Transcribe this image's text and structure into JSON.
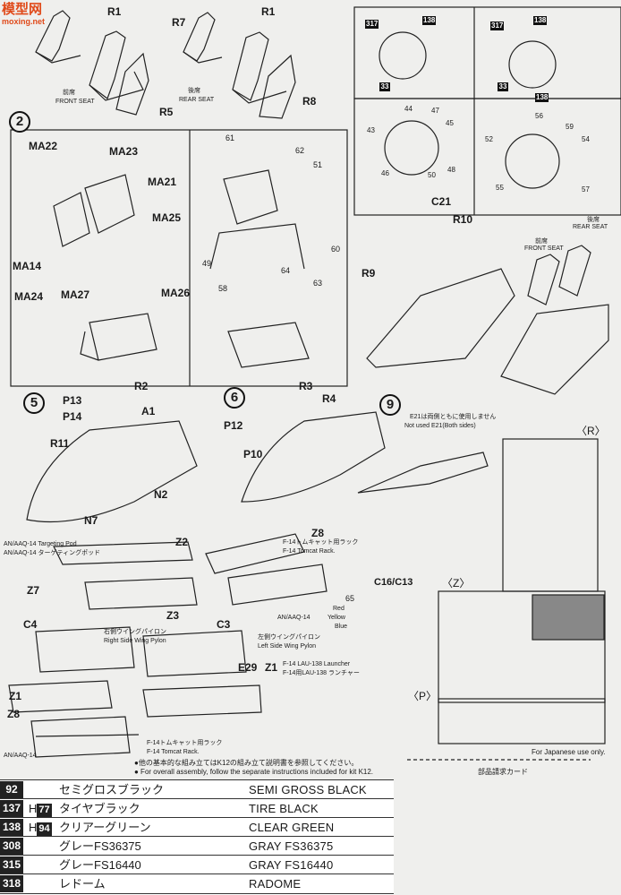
{
  "watermark": {
    "title": "模型网",
    "url": "moxing.net"
  },
  "top": {
    "labels": [
      "R1",
      "R7",
      "R1",
      "R5",
      "R8"
    ],
    "front_jp": "前席",
    "front_en": "FRONT SEAT",
    "rear_jp": "後席",
    "rear_en": "REAR SEAT"
  },
  "step2": {
    "num": "2",
    "parts": [
      "MA22",
      "MA23",
      "MA21",
      "MA25",
      "MA14",
      "MA24",
      "MA27",
      "MA26"
    ],
    "nums": [
      "61",
      "62",
      "51",
      "49",
      "60",
      "58",
      "64",
      "63"
    ]
  },
  "panels": {
    "nums": [
      "317",
      "138",
      "33",
      "317",
      "138",
      "33",
      "138",
      "44",
      "47",
      "45",
      "43",
      "50",
      "46",
      "48",
      "52",
      "56",
      "59",
      "54",
      "55",
      "57"
    ],
    "parts": [
      "C21",
      "R10",
      "R9"
    ],
    "rear_jp": "後席",
    "rear_en": "REAR SEAT",
    "front_jp": "前席",
    "front_en": "FRONT SEAT"
  },
  "step5": {
    "num": "5",
    "parts": [
      "P13",
      "P14",
      "R11",
      "R2",
      "A1",
      "N2",
      "N7"
    ]
  },
  "step6": {
    "num": "6",
    "parts": [
      "R3",
      "R4",
      "P12",
      "P10"
    ]
  },
  "step9": {
    "num": "9",
    "note_jp": "E21は両側ともに使用しません",
    "note_en": "Not used E21(Both sides)"
  },
  "runners": {
    "r": "〈R〉",
    "z": "〈Z〉",
    "p": "〈P〉"
  },
  "weapons": {
    "pod_en": "AN/AAQ-14 Targeting Pod",
    "pod_jp": "AN/AAQ-14 ターゲティングポッド",
    "z2": "Z2",
    "z8": "Z8",
    "z7": "Z7",
    "z3": "Z3",
    "c4": "C4",
    "c3": "C3",
    "e29": "E29",
    "z1": "Z1",
    "c16": "C16/C13",
    "n65": "65",
    "rack_jp": "F-14トムキャット用ラック",
    "rack_en": "F-14 Tomcat Rack.",
    "aaq": "AN/AAQ-14",
    "right_jp": "右側ウイングパイロン",
    "right_en": "Right Side Wing Pylon",
    "left_jp": "左側ウイングパイロン",
    "left_en": "Left Side Wing Pylon",
    "lau_en": "F-14 LAU-138 Launcher",
    "lau_jp": "F-14用LAU-138 ランチャー",
    "rack2_jp": "F-14トムキャット用ラック",
    "rack2_en": "F-14 Tomcat Rack.",
    "colors": [
      "Red",
      "Yellow",
      "Blue"
    ]
  },
  "notes": {
    "jp": "●他の基本的な組み立てはK12の組み立て説明書を参照してください。",
    "en": "● For overall assembly, follow the separate instructions included for kit K12.",
    "japanese_only": "For Japanese use only.",
    "card": "部品請求カード"
  },
  "legend": [
    {
      "num": "92",
      "mark": "",
      "jp": "セミグロスブラック",
      "en": "SEMI GROSS BLACK"
    },
    {
      "num": "137",
      "mark": "77",
      "jp": "タイヤブラック",
      "en": "TIRE BLACK"
    },
    {
      "num": "138",
      "mark": "94",
      "jp": "クリアーグリーン",
      "en": "CLEAR GREEN"
    },
    {
      "num": "308",
      "mark": "",
      "jp": "グレーFS36375",
      "en": "GRAY FS36375"
    },
    {
      "num": "315",
      "mark": "",
      "jp": "グレーFS16440",
      "en": "GRAY FS16440"
    },
    {
      "num": "318",
      "mark": "",
      "jp": "レドーム",
      "en": "RADOME"
    }
  ],
  "legend_prefix": "H"
}
